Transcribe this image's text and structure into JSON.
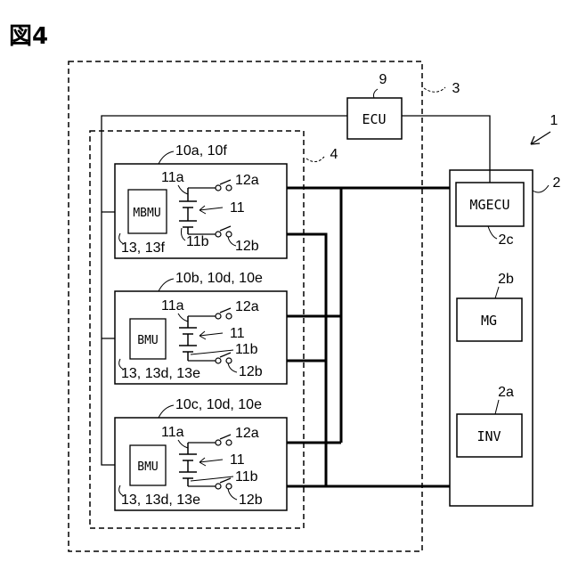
{
  "figure_label": "図4",
  "labels": {
    "system": "1",
    "drive_unit": "2",
    "inverter": "2a",
    "motor_generator": "2b",
    "mg_controller": "2c",
    "battery_pack": "3",
    "battery_unit": "4",
    "ecu_ref": "9"
  },
  "components": {
    "ecu": "ECU",
    "mgecu": "MGECU",
    "mg": "MG",
    "inv": "INV"
  },
  "modules": [
    {
      "ref": "10a, 10f",
      "bmu": "MBMU",
      "bmu_ref": "13, 13f",
      "cell_pos": "11a",
      "cell": "11",
      "cell_neg": "11b",
      "relay_pos": "12a",
      "relay_neg": "12b"
    },
    {
      "ref": "10b, 10d, 10e",
      "bmu": "BMU",
      "bmu_ref": "13, 13d, 13e",
      "cell_pos": "11a",
      "cell": "11",
      "cell_neg": "11b",
      "relay_pos": "12a",
      "relay_neg": "12b"
    },
    {
      "ref": "10c, 10d, 10e",
      "bmu": "BMU",
      "bmu_ref": "13, 13d, 13e",
      "cell_pos": "11a",
      "cell": "11",
      "cell_neg": "11b",
      "relay_pos": "12a",
      "relay_neg": "12b"
    }
  ]
}
